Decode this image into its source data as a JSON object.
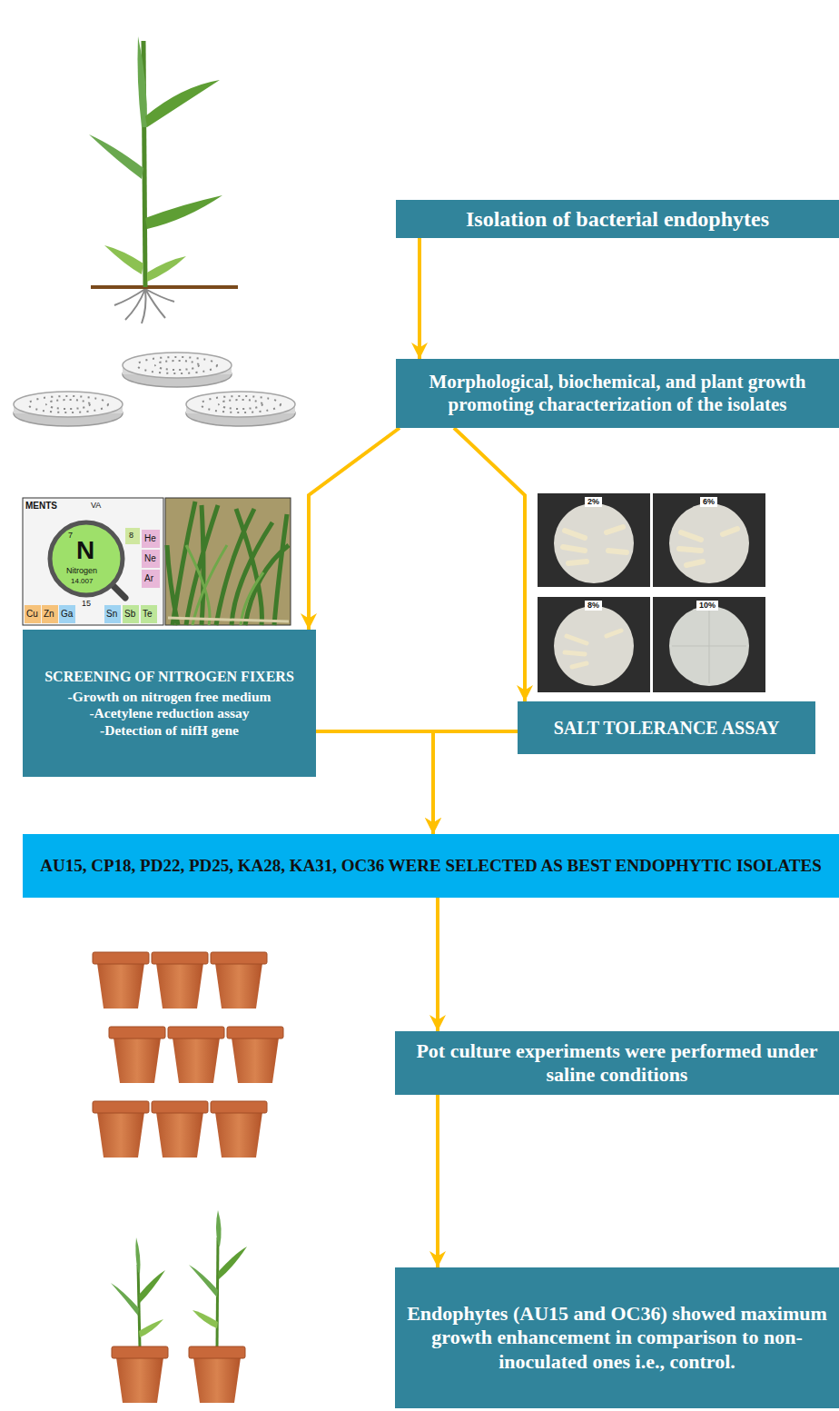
{
  "diagram": {
    "nodes": [
      {
        "text": [
          "Isolation of bacterial endophytes"
        ]
      },
      {
        "text": [
          "Morphological, biochemical, and plant growth promoting characterization of the isolates"
        ]
      },
      {
        "text": [
          "SCREENING OF NITROGEN FIXERS",
          "-Growth on nitrogen free medium",
          "-Acetylene reduction assay",
          "-Detection of nifH gene"
        ]
      },
      {
        "text": [
          "SALT TOLERANCE ASSAY"
        ]
      },
      {
        "text": [
          "AU15, CP18, PD22, PD25, KA28, KA31, OC36 WERE SELECTED AS BEST ENDOPHYTIC ISOLATES"
        ]
      },
      {
        "text": [
          "Pot culture experiments were performed under saline conditions"
        ]
      },
      {
        "text": [
          "Endophytes (AU15 and OC36) showed maximum growth enhancement in comparison to non-inoculated ones i.e., control."
        ]
      }
    ],
    "edges": [
      {
        "from": 0,
        "to": 1,
        "arrow": "to"
      },
      {
        "from": 1,
        "to": 2,
        "arrow": "to"
      },
      {
        "from": 1,
        "to": 3,
        "arrow": "to"
      },
      {
        "from": 2,
        "to": 4,
        "arrow": "to"
      },
      {
        "from": 3,
        "to": 4,
        "arrow": "to"
      },
      {
        "from": 4,
        "to": 5,
        "arrow": "to"
      },
      {
        "from": 5,
        "to": 6,
        "arrow": "to"
      }
    ],
    "labels": [
      "MENTS",
      "VA",
      "7",
      "N",
      "Nitrogen",
      "14.007",
      "8",
      "He",
      "Ne",
      "Ar",
      "15",
      "Cu",
      "Zn",
      "Ga",
      "Sn",
      "Sb",
      "Te",
      "2%",
      "6%",
      "8%",
      "10%"
    ]
  }
}
